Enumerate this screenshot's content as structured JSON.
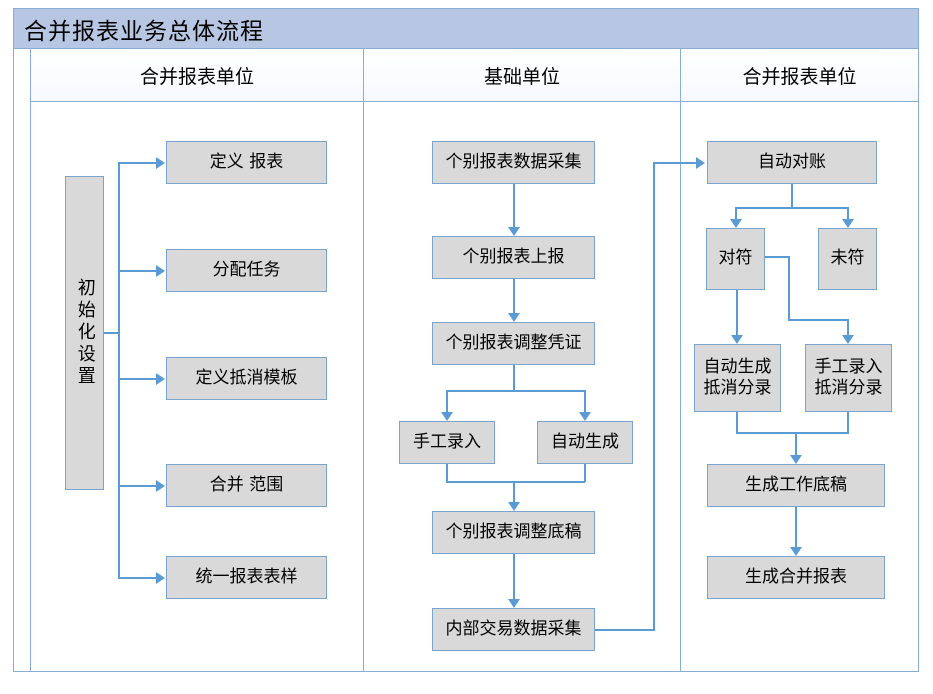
{
  "diagram": {
    "title": "合并报表业务总体流程",
    "type": "flowchart-swimlane",
    "lanes": [
      {
        "id": "lane-left",
        "header": "合并报表单位"
      },
      {
        "id": "lane-middle",
        "header": "基础单位"
      },
      {
        "id": "lane-right",
        "header": "合并报表单位"
      }
    ],
    "colors": {
      "title_bar": "#b7c7e3",
      "node_fill": "#d9d9d9",
      "node_border": "#7ba3d0",
      "connector": "#5b9bd5",
      "frame_border": "#8aadd4",
      "background": "#ffffff"
    },
    "nodes": {
      "init_setup": "初始化设置",
      "define_report": "定义 报表",
      "assign_task": "分配任务",
      "define_offset_template": "定义抵消模板",
      "merge_scope": "合并 范围",
      "unify_report_format": "统一报表表样",
      "collect_individual_data": "个别报表数据采集",
      "submit_individual_report": "个别报表上报",
      "individual_adjust_voucher": "个别报表调整凭证",
      "manual_entry": "手工录入",
      "auto_generate": "自动生成",
      "individual_adjust_draft": "个别报表调整底稿",
      "internal_trade_collect": "内部交易数据采集",
      "auto_reconcile": "自动对账",
      "matched": "对符",
      "unmatched": "未符",
      "auto_offset_entry": "自动生成\n抵消分录",
      "manual_offset_entry": "手工录入\n抵消分录",
      "generate_worksheet": "生成工作底稿",
      "generate_merged_report": "生成合并报表"
    },
    "edges": [
      {
        "from": "init_setup",
        "to": "define_report"
      },
      {
        "from": "init_setup",
        "to": "assign_task"
      },
      {
        "from": "init_setup",
        "to": "define_offset_template"
      },
      {
        "from": "init_setup",
        "to": "merge_scope"
      },
      {
        "from": "init_setup",
        "to": "unify_report_format"
      },
      {
        "from": "collect_individual_data",
        "to": "submit_individual_report"
      },
      {
        "from": "submit_individual_report",
        "to": "individual_adjust_voucher"
      },
      {
        "from": "individual_adjust_voucher",
        "to": "manual_entry"
      },
      {
        "from": "individual_adjust_voucher",
        "to": "auto_generate"
      },
      {
        "from": "manual_entry",
        "to": "individual_adjust_draft"
      },
      {
        "from": "auto_generate",
        "to": "individual_adjust_draft"
      },
      {
        "from": "individual_adjust_draft",
        "to": "internal_trade_collect"
      },
      {
        "from": "internal_trade_collect",
        "to": "auto_reconcile"
      },
      {
        "from": "auto_reconcile",
        "to": "matched"
      },
      {
        "from": "auto_reconcile",
        "to": "unmatched"
      },
      {
        "from": "matched",
        "to": "auto_offset_entry"
      },
      {
        "from": "matched",
        "to": "manual_offset_entry"
      },
      {
        "from": "auto_offset_entry",
        "to": "generate_worksheet"
      },
      {
        "from": "manual_offset_entry",
        "to": "generate_worksheet"
      },
      {
        "from": "generate_worksheet",
        "to": "generate_merged_report"
      }
    ]
  }
}
